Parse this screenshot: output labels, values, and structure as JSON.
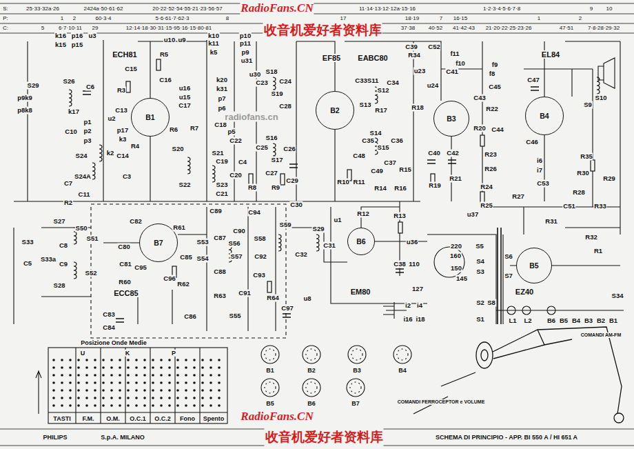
{
  "diagram": {
    "nodes": [
      {
        "text": [
          "ECH81",
          "B1"
        ]
      },
      {
        "text": [
          "EF85",
          "B2"
        ]
      },
      {
        "text": [
          "EABC80",
          "B3"
        ]
      },
      {
        "text": [
          "EL84",
          "B4"
        ]
      },
      {
        "text": [
          "ECC85",
          "B7"
        ]
      },
      {
        "text": [
          "EM80",
          "B6"
        ]
      },
      {
        "text": [
          "EZ40",
          "B5"
        ]
      }
    ],
    "labels": [
      "S:",
      "25·33·32a·26",
      "2424a·50·61·62",
      "20·22·52·54·55·21·23·56·57",
      "11·14·13·12·12a·15·16",
      "1·2·3·4·5·6·7·8",
      "9",
      "10",
      "P:",
      "1",
      "2",
      "60·3·4",
      "5·6·61·7·62·3",
      "8",
      "17",
      "18·19",
      "7",
      "16·15",
      "1",
      "2",
      "C:",
      "5",
      "6·7·10·11",
      "29",
      "12·14·18·30·31·15·95·16·15·80·81",
      "37·38",
      "40·52",
      "41·42·43",
      "21·20·22·25·23·26",
      "47·51",
      "7·8·28·29·32",
      "RadioFans.CN",
      "收音机爱好者资料库",
      "radiofans.cn",
      "RadioFans.CN",
      "收音机爱好者资料库",
      "k16",
      "k15",
      "p16",
      "p15",
      "u3",
      "R5",
      "u10",
      "u9",
      "k10",
      "k11",
      "k5",
      "p10",
      "p11",
      "p9",
      "u31",
      "u30",
      "k20",
      "k31",
      "p7",
      "p6",
      "S29",
      "S26",
      "C6",
      "p9k9",
      "p8k8",
      "C15",
      "R3",
      "C16",
      "u16",
      "u15",
      "C17",
      "k17",
      "p1",
      "C10",
      "p2",
      "p3",
      "C13",
      "u2",
      "p17",
      "k3",
      "R4",
      "k2",
      "C14",
      "R6",
      "R7",
      "S20",
      "S24",
      "S24A",
      "C3",
      "C7",
      "R2",
      "C11",
      "C18",
      "p5",
      "C22",
      "S21",
      "C19",
      "C4",
      "C20",
      "S22",
      "S23",
      "C21",
      "S18",
      "C23",
      "S19",
      "C24",
      "C28",
      "S16",
      "C25",
      "S17",
      "C26",
      "C27",
      "R8",
      "R9",
      "C29",
      "C30",
      "C39",
      "R34",
      "C52",
      "f11",
      "f10",
      "C41",
      "u23",
      "u24",
      "f9",
      "f8",
      "S11",
      "S12",
      "C33",
      "C34",
      "S13",
      "R17",
      "R18",
      "C45",
      "C43",
      "R22",
      "R20",
      "C44",
      "S14",
      "S15",
      "C35",
      "C36",
      "C48",
      "C49",
      "C37",
      "R15",
      "R10",
      "R11",
      "R14",
      "R16",
      "C40",
      "C42",
      "R19",
      "R21",
      "R23",
      "R26",
      "R24",
      "R25",
      "u37",
      "R27",
      "C47",
      "S10",
      "S9",
      "C46",
      "R35",
      "R30",
      "R29",
      "R28",
      "i6",
      "i7",
      "C53",
      "C51",
      "R33",
      "R31",
      "R32",
      "R1",
      "u1",
      "R12",
      "R13",
      "S29",
      "C31",
      "C32",
      "S59",
      "u36",
      "C38",
      "220",
      "S5",
      "160",
      "150",
      "145",
      "110",
      "127",
      "S4",
      "S3",
      "S2",
      "S1",
      "S6",
      "S7",
      "i2",
      "i4",
      "i16",
      "i18",
      "S8",
      "L1",
      "L2",
      "B6",
      "B5",
      "B4",
      "B3",
      "B2",
      "B1",
      "S34",
      "S27",
      "S50",
      "S51",
      "S33",
      "C8",
      "C9",
      "S33a",
      "C5",
      "S28",
      "C82",
      "R61",
      "C80",
      "C81",
      "S52",
      "R60",
      "C95",
      "C96",
      "C85",
      "R62",
      "S53",
      "S54",
      "C87",
      "C90",
      "C89",
      "C94",
      "S56",
      "S57",
      "S58",
      "C92",
      "C88",
      "R63",
      "C91",
      "C93",
      "R64",
      "C83",
      "C84",
      "C86",
      "S55",
      "C97",
      "u8",
      "Posizione Onde Medie",
      "U",
      "K",
      "P",
      "TASTI",
      "F.M.",
      "O.M.",
      "O.C.1",
      "O.C.2",
      "Fono",
      "Spento",
      "PHILIPS",
      "S.p.A. MILANO",
      "SCHEMA DI PRINCIPIO - APP. BI 550 A / HI 651 A",
      "COMANDI FERROCEPTOR e VOLUME",
      "COMANDI AM-FM",
      "B1",
      "B2",
      "B3",
      "B4",
      "B5",
      "B6",
      "B7"
    ]
  }
}
